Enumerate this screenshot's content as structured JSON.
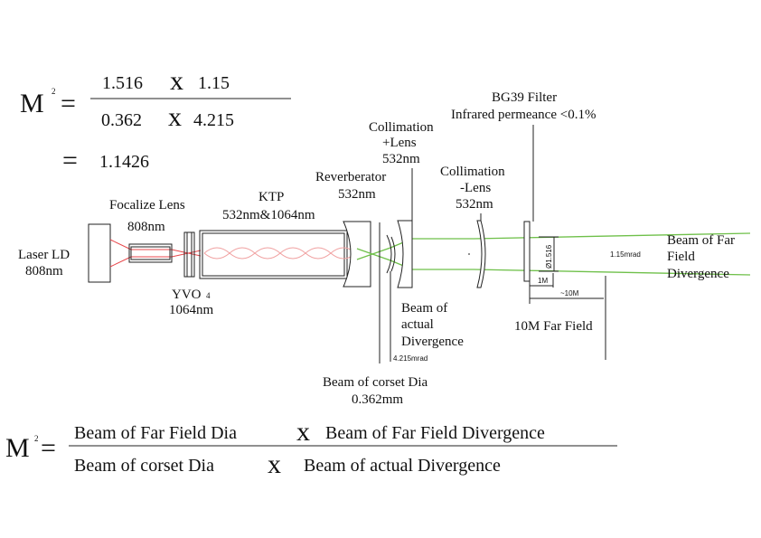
{
  "formula_top": {
    "symbol": "M",
    "superscript": "2",
    "equals": "=",
    "num_a": "1.516",
    "times": "x",
    "num_b": "1.15",
    "den_a": "0.362",
    "den_b": "4.215",
    "result_equals": "=",
    "result": "1.1426"
  },
  "formula_bottom": {
    "symbol": "M",
    "superscript": "2",
    "equals": "=",
    "num_a": "Beam of  Far Field Dia",
    "times": "x",
    "num_b": "Beam of  Far Field Divergence",
    "den_a": "Beam of corset Dia",
    "den_b": "Beam of  actual Divergence"
  },
  "labels": {
    "laser_ld": [
      "Laser LD",
      "808nm"
    ],
    "focalize_lens": [
      "Focalize Lens",
      "808nm"
    ],
    "ktp": [
      "KTP",
      "532nm&1064nm"
    ],
    "yvo4": [
      "YVO",
      "1064nm"
    ],
    "yvo4_sub": "4",
    "reverberator": [
      "Reverberator",
      "532nm"
    ],
    "collimation_plus": [
      "Collimation",
      "+Lens",
      "532nm"
    ],
    "collimation_minus": [
      "Collimation",
      "-Lens",
      "532nm"
    ],
    "bg39_filter": [
      "BG39 Filter",
      "Infrared permeance  <0.1%"
    ],
    "beam_far_field": [
      "Beam of  Far",
      "Field",
      "Divergence"
    ],
    "beam_actual": [
      "Beam of",
      "actual",
      "Divergence"
    ],
    "far_field_10m": "10M Far Field",
    "beam_corset": [
      "Beam of corset Dia",
      "0.362mm"
    ],
    "dim_1516": "Ø1.516",
    "dim_1m": "1M",
    "dim_10m": "~10M",
    "dim_115mrad": "1.15mrad",
    "dim_4215mrad": "4.215mrad"
  },
  "colors": {
    "pump_beam": "#e8484c",
    "crystal_beam": "#f0a0a0",
    "green_beam": "#6fc04a"
  }
}
